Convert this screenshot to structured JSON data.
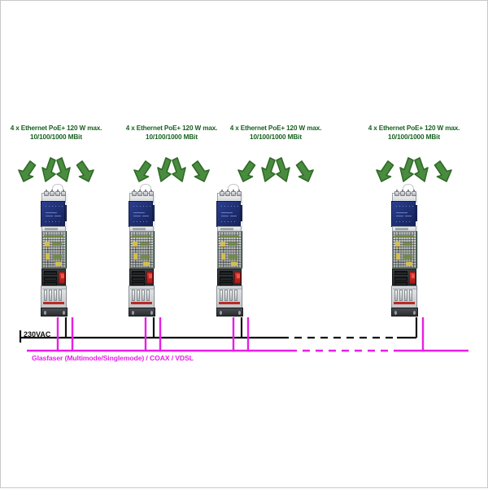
{
  "diagram": {
    "title": "PoE+ DIN-rail switch cascade wiring diagram",
    "colors": {
      "label_green": "#17601f",
      "arrow_fill": "#4a8c3f",
      "arrow_stroke": "#2f6b27",
      "power_line": "#111111",
      "fiber_line": "#e81ee8",
      "module_blue": "#1d2d6e",
      "accent_red": "#c4211c"
    }
  },
  "modules": [
    {
      "id": "module-1",
      "label_line1": "4 x Ethernet PoE+ 120 W max.",
      "label_line2": "10/100/1000 MBit",
      "port_count": 4,
      "arrow_count": 4
    },
    {
      "id": "module-2",
      "label_line1": "4 x Ethernet PoE+ 120 W max.",
      "label_line2": "10/100/1000 MBit",
      "port_count": 4,
      "arrow_count": 4
    },
    {
      "id": "module-3",
      "label_line1": "4 x Ethernet PoE+ 120 W max.",
      "label_line2": "10/100/1000 MBit",
      "port_count": 4,
      "arrow_count": 4
    },
    {
      "id": "module-4",
      "label_line1": "4 x Ethernet PoE+ 120 W max.",
      "label_line2": "10/100/1000 MBit",
      "port_count": 4,
      "arrow_count": 4
    }
  ],
  "buses": {
    "power": {
      "label": "230VAC",
      "color": "#111111",
      "style": "solid with dashed continuation"
    },
    "fiber": {
      "label": "Glasfaser (Multimode/Singlemode)  /  COAX  /  VDSL",
      "color": "#e81ee8",
      "style": "solid with dashed continuation"
    }
  }
}
